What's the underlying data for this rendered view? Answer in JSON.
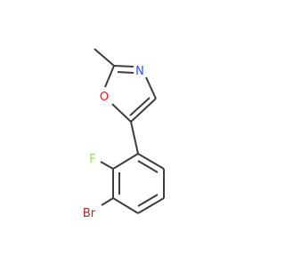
{
  "molecule": {
    "atoms": {
      "N": {
        "label": "N",
        "color": "#3050f8"
      },
      "O": {
        "label": "O",
        "color": "#ff0d0d"
      },
      "F": {
        "label": "F",
        "color": "#90e050"
      },
      "Br": {
        "label": "Br",
        "color": "#a62929"
      }
    },
    "bond_color": "#3d3d3d"
  }
}
